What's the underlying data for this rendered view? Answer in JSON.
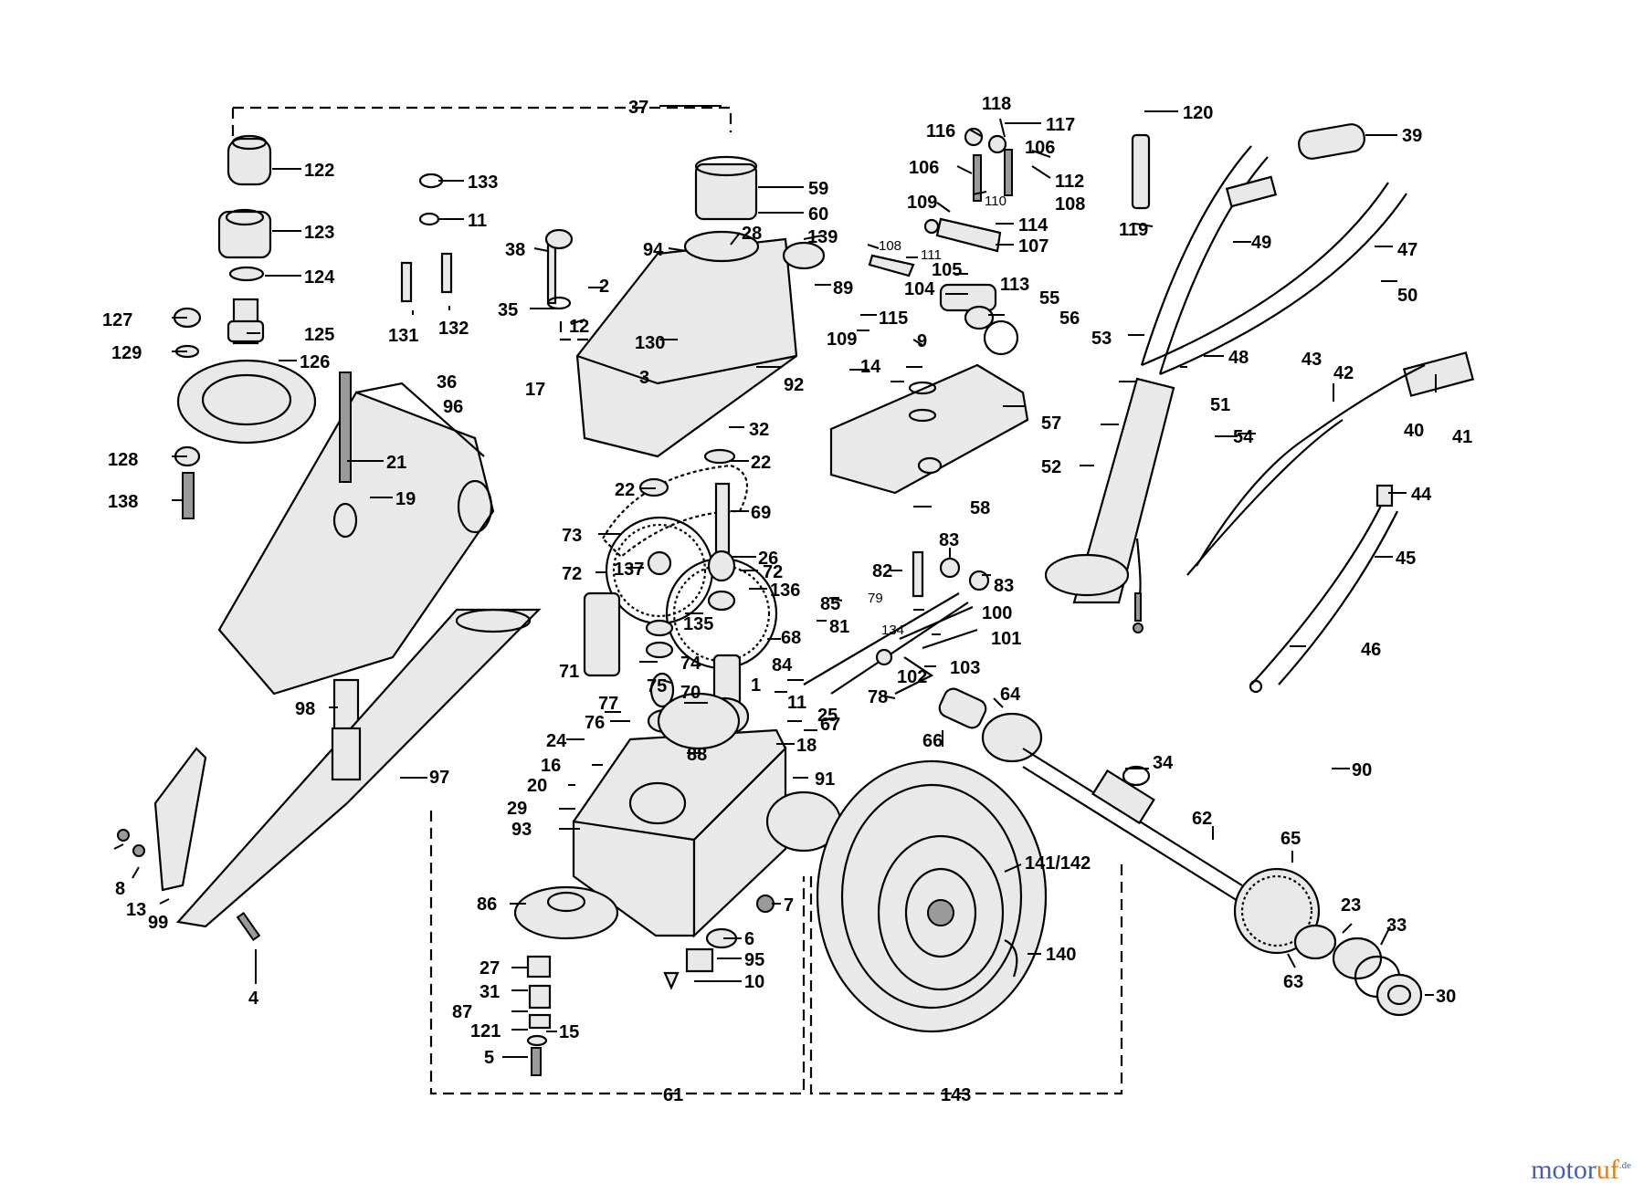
{
  "labels": {
    "l37": "37",
    "l118": "118",
    "l117": "117",
    "l120": "120",
    "l39": "39",
    "l116": "116",
    "l106a": "106",
    "l106b": "106",
    "l112": "112",
    "l108a": "108",
    "l110": "110",
    "l109a": "109",
    "l114": "114",
    "l107": "107",
    "l119": "119",
    "l122": "122",
    "l133": "133",
    "l11a": "11",
    "l123": "123",
    "l124": "124",
    "l59": "59",
    "l60": "60",
    "l38": "38",
    "l94": "94",
    "l28": "28",
    "l139": "139",
    "l108b": "108",
    "l111": "111",
    "l49": "49",
    "l47": "47",
    "l105": "105",
    "l104": "104",
    "l113": "113",
    "l55": "55",
    "l56": "56",
    "l50": "50",
    "l2": "2",
    "l89": "89",
    "l115": "115",
    "l35": "35",
    "l12": "12",
    "l127": "127",
    "l125": "125",
    "l131": "131",
    "l132": "132",
    "l109b": "109",
    "l129": "129",
    "l126": "126",
    "l130": "130",
    "l9": "9",
    "l53": "53",
    "l48": "48",
    "l43": "43",
    "l42": "42",
    "l14": "14",
    "l36": "36",
    "l3": "3",
    "l96": "96",
    "l92": "92",
    "l17": "17",
    "l51": "51",
    "l57": "57",
    "l54": "54",
    "l40": "40",
    "l41": "41",
    "l32": "32",
    "l128": "128",
    "l22a": "22",
    "l21": "21",
    "l52": "52",
    "l22b": "22",
    "l138": "138",
    "l19": "19",
    "l58": "58",
    "l44": "44",
    "l69": "69",
    "l73": "73",
    "l26": "26",
    "l83a": "83",
    "l45": "45",
    "l72a": "72",
    "l137": "137",
    "l72b": "72",
    "l82": "82",
    "l83b": "83",
    "l136": "136",
    "l79": "79",
    "l85": "85",
    "l100": "100",
    "l135": "135",
    "l81": "81",
    "l134": "134",
    "l101": "101",
    "l68": "68",
    "l74": "74",
    "l71": "71",
    "l103": "103",
    "l84": "84",
    "l102": "102",
    "l46": "46",
    "l75": "75",
    "l1": "1",
    "l70": "70",
    "l11b": "11",
    "l78": "78",
    "l77": "77",
    "l64": "64",
    "l98": "98",
    "l76": "76",
    "l25": "25",
    "l67": "67",
    "l24": "24",
    "l18": "18",
    "l66": "66",
    "l88": "88",
    "l16": "16",
    "l34": "34",
    "l90": "90",
    "l97": "97",
    "l20": "20",
    "l91": "91",
    "l29": "29",
    "l62": "62",
    "l65": "65",
    "l93": "93",
    "l141": "141/142",
    "l8": "8",
    "l13": "13",
    "l86": "86",
    "l7": "7",
    "l23": "23",
    "l99": "99",
    "l33": "33",
    "l6": "6",
    "l95": "95",
    "l140": "140",
    "l4": "4",
    "l10": "10",
    "l63": "63",
    "l30": "30",
    "l27": "27",
    "l31": "31",
    "l87": "87",
    "l121": "121",
    "l15": "15",
    "l5": "5",
    "l61": "61",
    "l143": "143"
  },
  "watermark": {
    "brand1": "motor",
    "brand2": "uf",
    "tld": ".de"
  }
}
